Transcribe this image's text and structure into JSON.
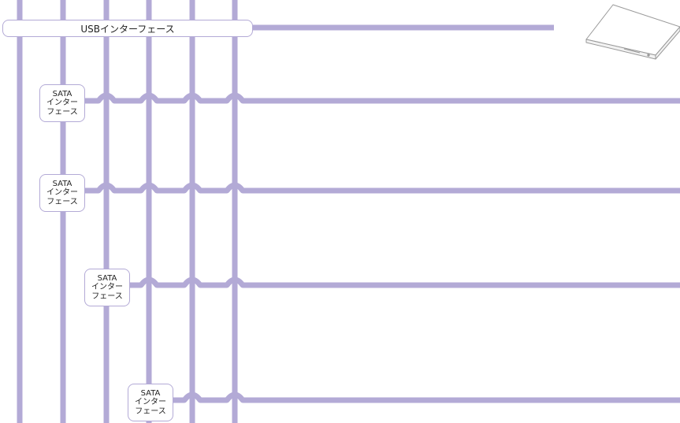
{
  "colors": {
    "wire": "#b3aad6",
    "label_border": "#b3aad6",
    "device_outline": "#9a9a9a"
  },
  "usb_interface": {
    "label": "USBインターフェース"
  },
  "sata_interfaces": [
    {
      "line1": "SATA",
      "line2": "インター",
      "line3": "フェース"
    },
    {
      "line1": "SATA",
      "line2": "インター",
      "line3": "フェース"
    },
    {
      "line1": "SATA",
      "line2": "インター",
      "line3": "フェース"
    },
    {
      "line1": "SATA",
      "line2": "インター",
      "line3": "フェース"
    }
  ],
  "device": {
    "icon": "optical-drive-icon"
  }
}
